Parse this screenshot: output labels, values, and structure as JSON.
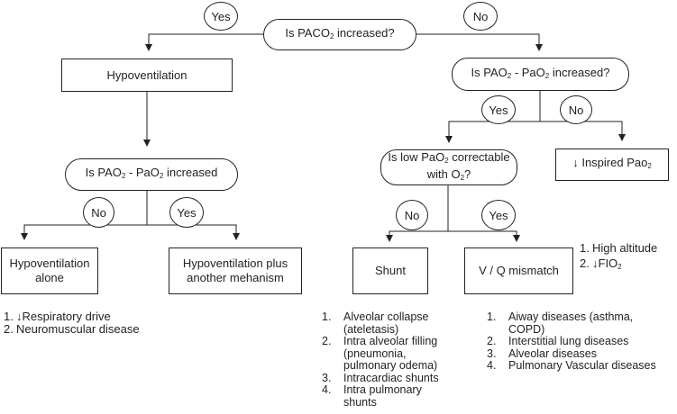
{
  "nodes": {
    "root": {
      "prefix": "Is PACO",
      "sub": "2",
      "suffix": " increased?"
    },
    "hypoventilation": "Hypoventilation",
    "aa_gradient_right": {
      "prefix": "Is PAO",
      "sub1": "2",
      "mid": " - PaO",
      "sub2": "2",
      "suffix": " increased?"
    },
    "aa_gradient_left": {
      "prefix": "Is PAO",
      "sub1": "2",
      "mid": " - PaO",
      "sub2": "2",
      "suffix": " increased"
    },
    "correctable": {
      "line1": "Is low PaO",
      "sub": "2",
      "line1_end": " correctable",
      "line2": "with O",
      "sub2": "2",
      "line2_end": "?"
    },
    "inspired": {
      "prefix": "↓ Inspired Pao",
      "sub": "2"
    },
    "hypo_alone": {
      "line1": "Hypoventilation",
      "line2": "alone"
    },
    "hypo_plus": {
      "line1": "Hypoventilation plus",
      "line2": "another mehanism"
    },
    "shunt": "Shunt",
    "vq": "V / Q mismatch"
  },
  "answers": {
    "yes_top": "Yes",
    "no_top": "No",
    "yes_right": "Yes",
    "no_right": "No",
    "no_left": "No",
    "yes_left": "Yes",
    "no_correct": "No",
    "yes_correct": "Yes"
  },
  "lists": {
    "altitude": [
      {
        "num": "1.",
        "text": "High altitude"
      },
      {
        "num": "2.",
        "text": "↓FIO",
        "sub": "2"
      }
    ],
    "hypo_causes": [
      {
        "num": "1.",
        "text": "↓Respiratory drive"
      },
      {
        "num": "2.",
        "text": "Neuromuscular disease"
      }
    ],
    "shunt_causes": [
      {
        "num": "1.",
        "text": "Alveolar collapse"
      },
      {
        "num": "",
        "text": "(ateletasis)"
      },
      {
        "num": "2.",
        "text": "Intra alveolar filling"
      },
      {
        "num": "",
        "text": "(pneumonia,"
      },
      {
        "num": "",
        "text": "pulmonary odema)"
      },
      {
        "num": "3.",
        "text": "Intracardiac shunts"
      },
      {
        "num": "4.",
        "text": "Intra pulmonary"
      },
      {
        "num": "",
        "text": "shunts"
      }
    ],
    "vq_causes": [
      {
        "num": "1.",
        "text": "Aiway diseases (asthma,"
      },
      {
        "num": "",
        "text": "COPD)"
      },
      {
        "num": "2.",
        "text": "Interstitial lung diseases"
      },
      {
        "num": "3.",
        "text": "Alveolar diseases"
      },
      {
        "num": "4.",
        "text": "Pulmonary Vascular diseases"
      }
    ]
  },
  "style": {
    "line_color": "#222222",
    "background": "#ffffff"
  }
}
